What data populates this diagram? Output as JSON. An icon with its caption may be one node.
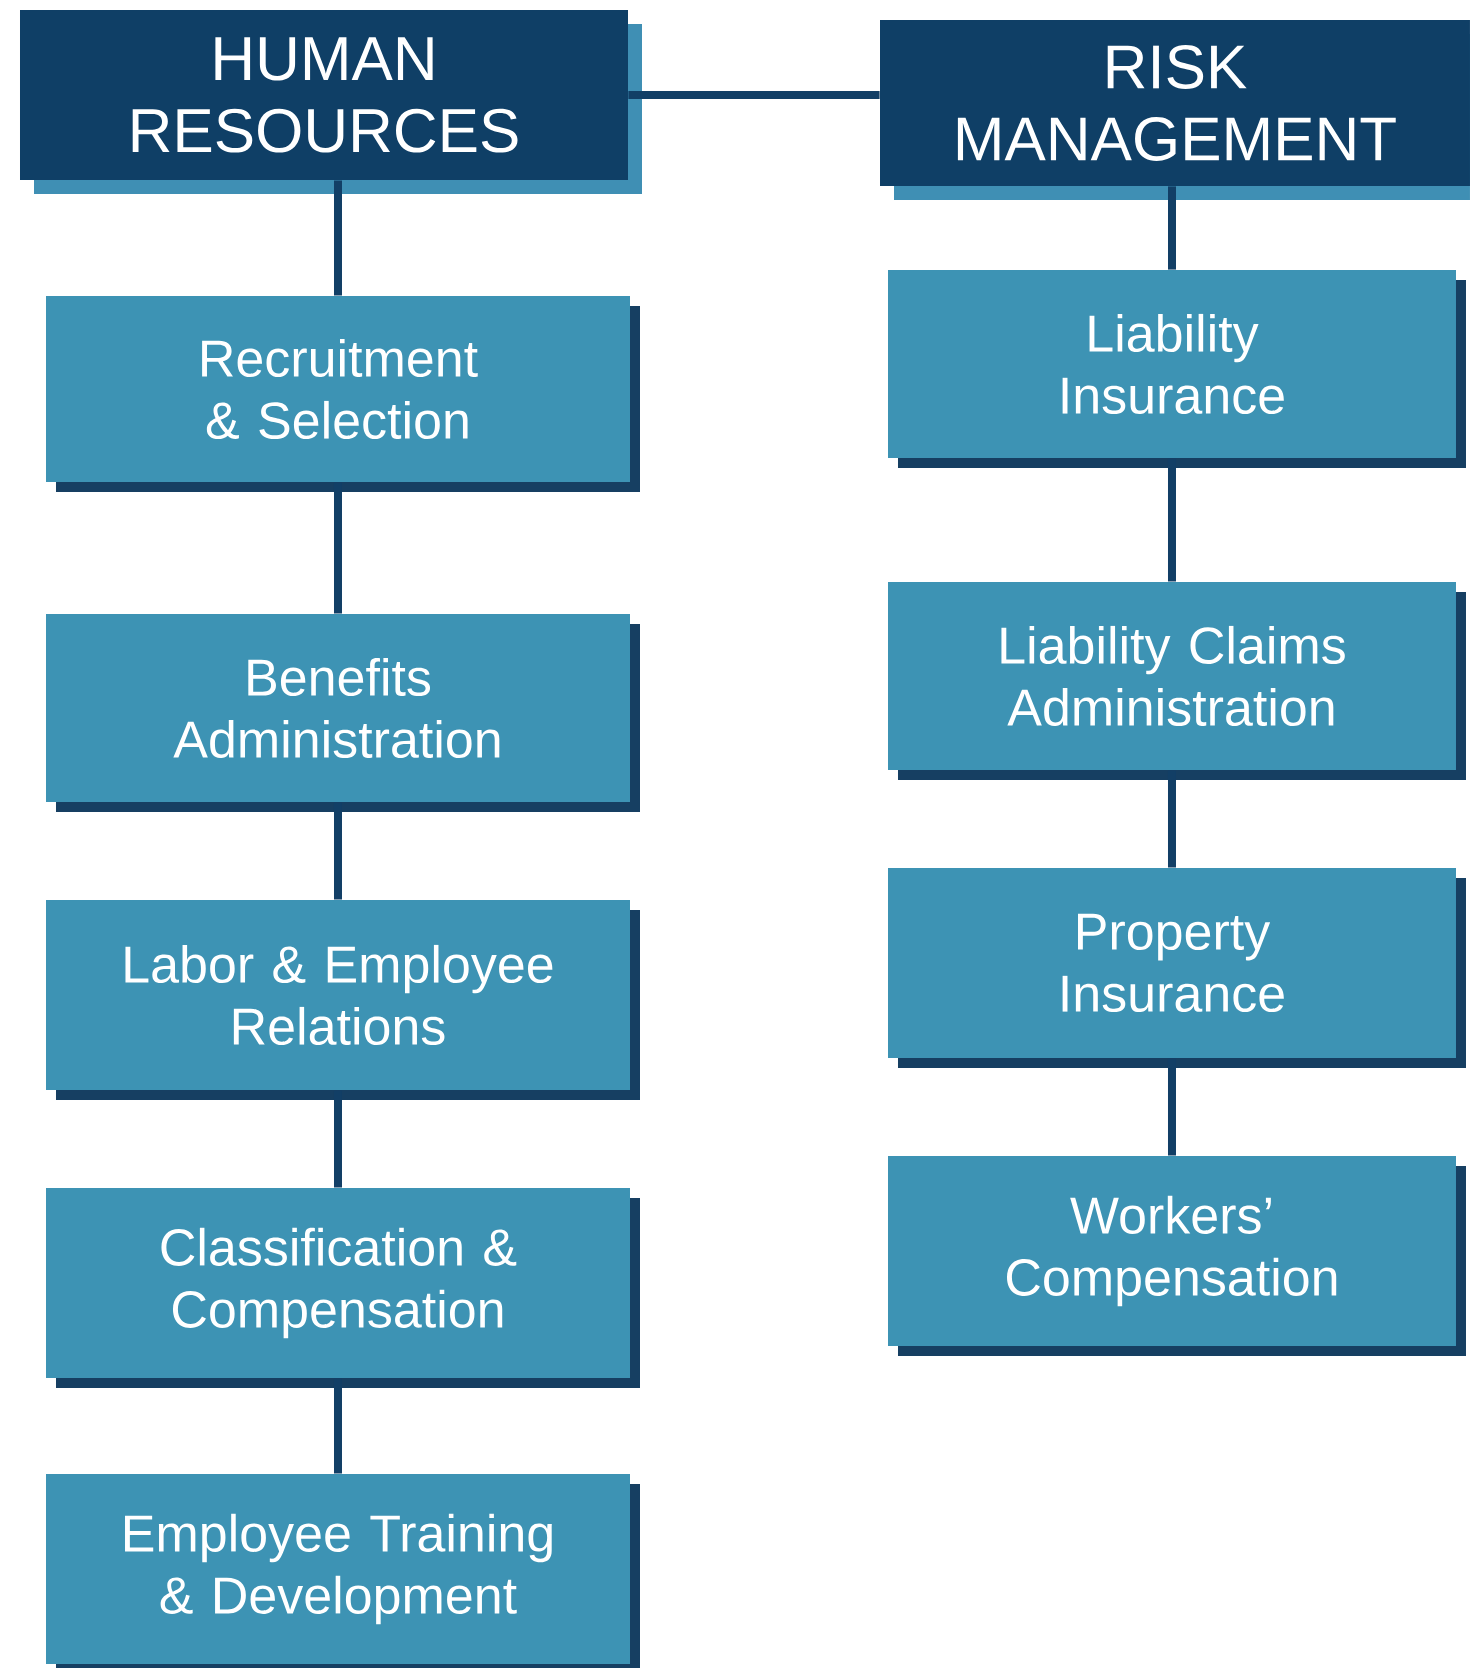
{
  "diagram": {
    "nodes": [
      {
        "text": [
          "HUMAN RESOURCES"
        ]
      },
      {
        "text": [
          "RISK MANAGEMENT"
        ]
      },
      {
        "text": [
          "Recruitment & Selection"
        ]
      },
      {
        "text": [
          "Benefits Administration"
        ]
      },
      {
        "text": [
          "Labor & Employee Relations"
        ]
      },
      {
        "text": [
          "Classification & Compensation"
        ]
      },
      {
        "text": [
          "Employee Training & Development"
        ]
      },
      {
        "text": [
          "Liability Insurance"
        ]
      },
      {
        "text": [
          "Liability Claims Administration"
        ]
      },
      {
        "text": [
          "Property Insurance"
        ]
      },
      {
        "text": [
          "Workers’ Compensation"
        ]
      }
    ],
    "edges": [
      {
        "from": 0,
        "to": 1,
        "arrow": "none"
      },
      {
        "from": 0,
        "to": 2,
        "arrow": "none"
      },
      {
        "from": 2,
        "to": 3,
        "arrow": "none"
      },
      {
        "from": 3,
        "to": 4,
        "arrow": "none"
      },
      {
        "from": 4,
        "to": 5,
        "arrow": "none"
      },
      {
        "from": 5,
        "to": 6,
        "arrow": "none"
      },
      {
        "from": 1,
        "to": 7,
        "arrow": "none"
      },
      {
        "from": 7,
        "to": 8,
        "arrow": "none"
      },
      {
        "from": 8,
        "to": 9,
        "arrow": "none"
      },
      {
        "from": 9,
        "to": 10,
        "arrow": "none"
      }
    ]
  }
}
